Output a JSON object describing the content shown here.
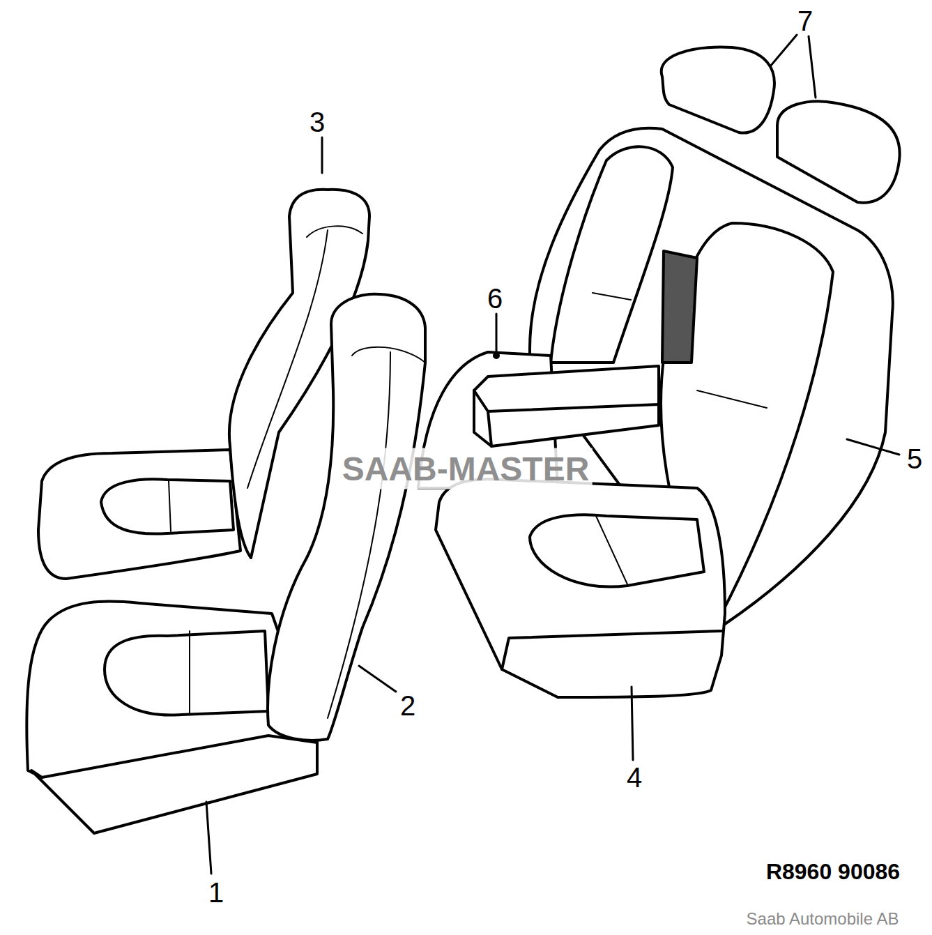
{
  "diagram": {
    "labels": [
      "7",
      "3",
      "6",
      "5",
      "SAAB-MASTER",
      "2",
      "4",
      "1",
      "R8960 90086",
      "Saab Automobile AB"
    ]
  }
}
